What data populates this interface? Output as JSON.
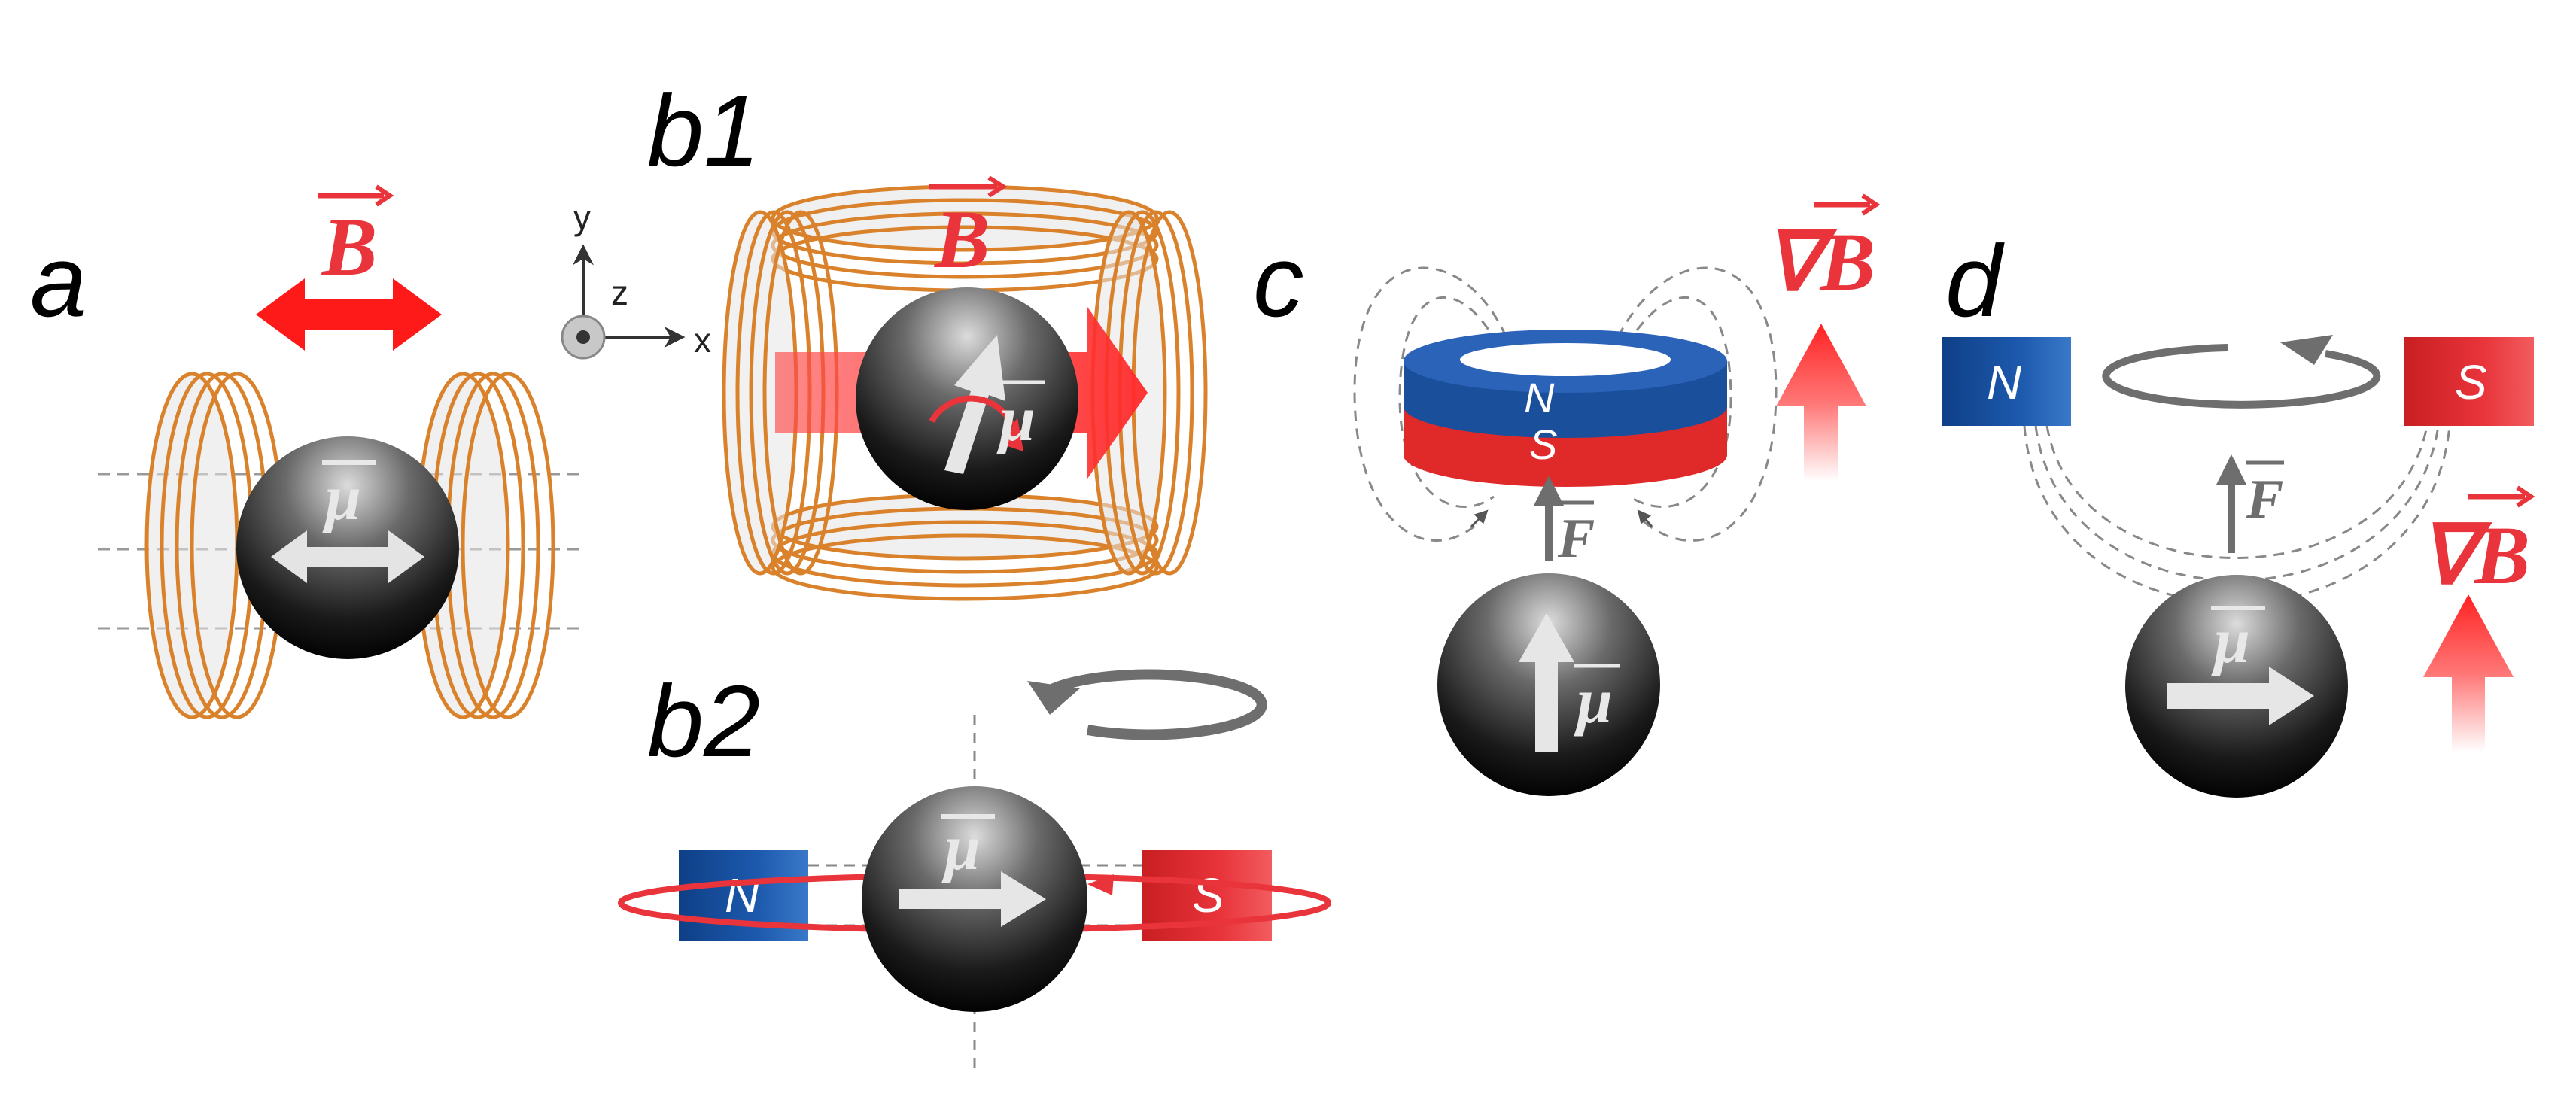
{
  "panels": {
    "a": "a",
    "b1": "b1",
    "b2": "b2",
    "c": "c",
    "d": "d"
  },
  "axes": {
    "y": "y",
    "z": "z",
    "x": "x"
  },
  "symbols": {
    "field": "B",
    "moment": "μ",
    "force": "F",
    "gradient": "∇B"
  },
  "magnets": {
    "north": "N",
    "south": "S"
  },
  "colors": {
    "field_red": "#e8343a",
    "coil_orange": "#d9822b",
    "north_blue": "#1a4f9c",
    "south_red": "#e02a2a",
    "sphere_dark": "#111111",
    "arrow_grey": "#6e6e6e"
  }
}
